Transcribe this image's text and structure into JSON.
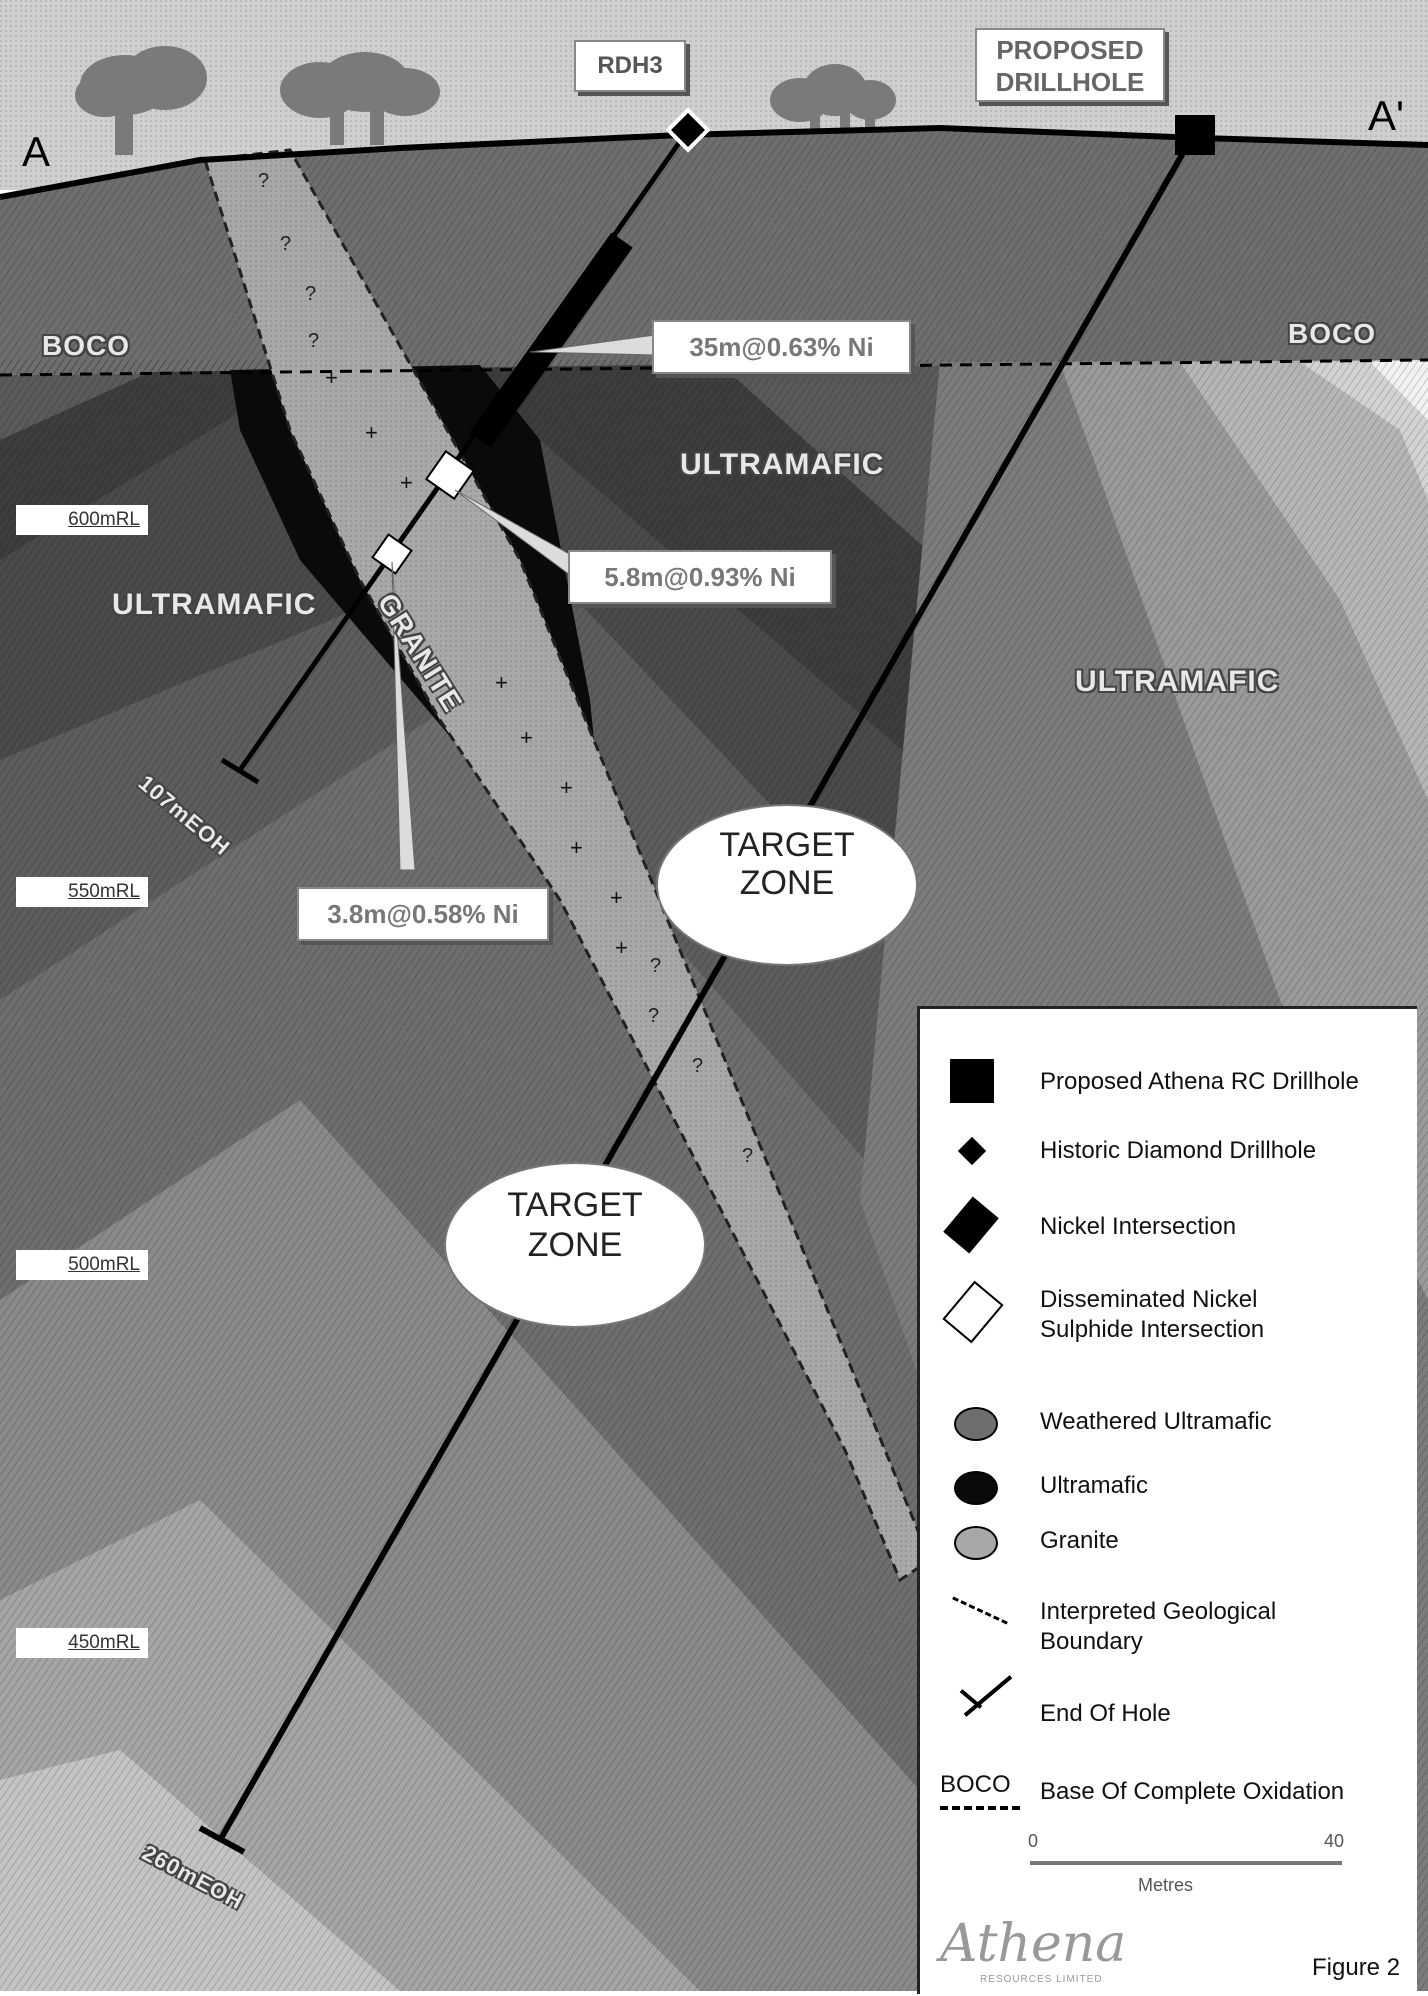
{
  "section": {
    "start_label": "A",
    "end_label": "A'",
    "boco_left": "BOCO",
    "boco_right": "BOCO",
    "rdh3_label": "RDH3",
    "proposed_label_line1": "PROPOSED",
    "proposed_label_line2": "DRILLHOLE"
  },
  "levels": [
    "600mRL",
    "550mRL",
    "500mRL",
    "450mRL"
  ],
  "units": {
    "ultramafic_1": "ULTRAMAFIC",
    "ultramafic_2": "ULTRAMAFIC",
    "ultramafic_3": "ULTRAMAFIC",
    "granite": "GRANITE"
  },
  "intersections": {
    "nickel_35m": "35m@0.63% Ni",
    "nickel_5_8m": "5.8m@0.93% Ni",
    "nickel_3_8m": "3.8m@0.58% Ni"
  },
  "targets": {
    "upper_line1": "TARGET",
    "upper_line2": "ZONE",
    "lower_line1": "TARGET",
    "lower_line2": "ZONE"
  },
  "eoh": {
    "short_hole": "107mEOH",
    "long_hole": "260mEOH"
  },
  "granite_queries": [
    "?",
    "?",
    "?",
    "?",
    "?",
    "?",
    "?",
    "?"
  ],
  "legend": {
    "proposed": "Proposed Athena RC Drillhole",
    "historic": "Historic Diamond Drillhole",
    "nickel": "Nickel Intersection",
    "disseminated_line1": "Disseminated Nickel",
    "disseminated_line2": "Sulphide Intersection",
    "weathered": "Weathered Ultramafic",
    "ultramafic": "Ultramafic",
    "granite": "Granite",
    "boundary_line1": "Interpreted Geological",
    "boundary_line2": "Boundary",
    "eoh": "End Of Hole",
    "boco_symbol": "BOCO",
    "boco": "Base Of Complete Oxidation",
    "scale_start": "0",
    "scale_end": "40",
    "scale_unit": "Metres"
  },
  "logo": {
    "name": "Athena",
    "subtitle": "RESOURCES LIMITED"
  },
  "figure_label": "Figure 2",
  "colors": {
    "sky": "#cfcfcf",
    "weathered": "#6e6e6e",
    "ultramafic_dark": "#0a0a0a",
    "granite": "#a8a8a8"
  }
}
